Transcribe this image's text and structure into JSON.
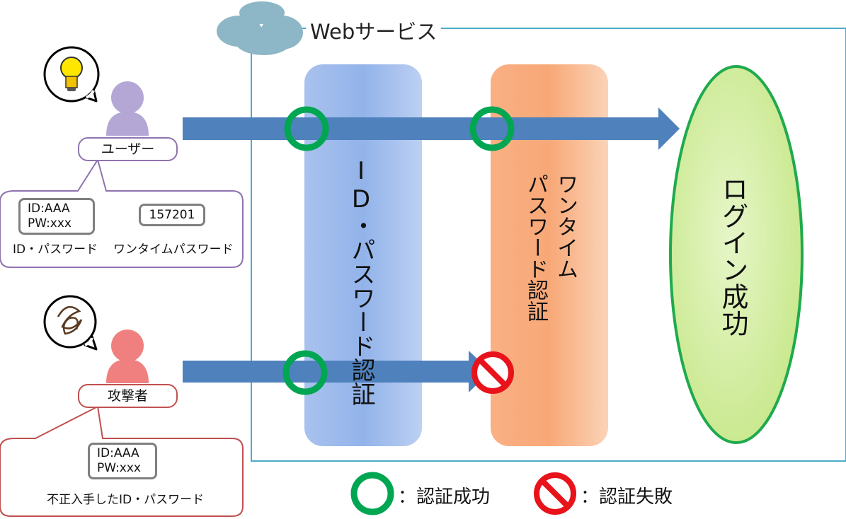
{
  "title": "Webサービス",
  "stages": {
    "id_password": "ID・パスワード認証",
    "one_time_line1": "ワンタイム",
    "one_time_line2": "パスワード認証",
    "login": "ログイン成功"
  },
  "user": {
    "label": "ユーザー",
    "credentials_line1": "ID:AAA",
    "credentials_line2": "PW:xxx",
    "credentials_caption": "ID・パスワード",
    "otp_value": "157201",
    "otp_caption": "ワンタイムパスワード"
  },
  "attacker": {
    "label": "攻撃者",
    "credentials_line1": "ID:AAA",
    "credentials_line2": "PW:xxx",
    "credentials_caption": "不正入手したID・パスワード"
  },
  "legend": {
    "success": "：認証成功",
    "failure": "：認証失敗"
  },
  "colors": {
    "arrow": "#4F81BD",
    "success": "#00A651",
    "failure": "#E8131B",
    "user": "#B4A7D6",
    "attacker": "#F08080"
  }
}
